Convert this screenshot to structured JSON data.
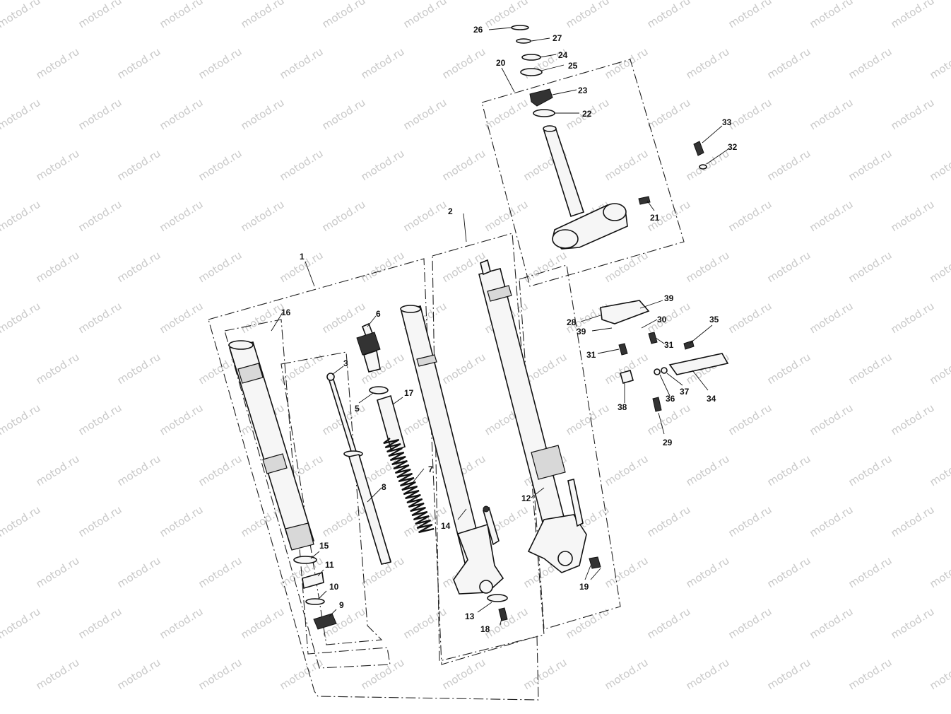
{
  "watermark": "motod.ru",
  "callouts": {
    "c1": "1",
    "c2": "2",
    "c3": "3",
    "c5": "5",
    "c6": "6",
    "c7": "7",
    "c8": "8",
    "c9": "9",
    "c10": "10",
    "c11": "11",
    "c12": "12",
    "c13": "13",
    "c14": "14",
    "c15": "15",
    "c16": "16",
    "c17": "17",
    "c18": "18",
    "c19": "19",
    "c20": "20",
    "c21": "21",
    "c22": "22",
    "c23": "23",
    "c24": "24",
    "c25": "25",
    "c26": "26",
    "c27": "27",
    "c28": "28",
    "c29": "29",
    "c30": "30",
    "c31a": "31",
    "c31b": "31",
    "c32": "32",
    "c33": "33",
    "c34": "34",
    "c35": "35",
    "c36": "36",
    "c37": "37",
    "c38": "38",
    "c39a": "39",
    "c39b": "39"
  }
}
